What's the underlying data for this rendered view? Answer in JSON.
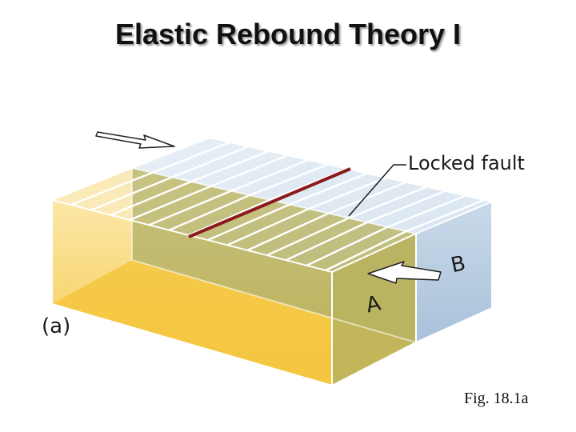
{
  "title": "Elastic Rebound Theory I",
  "diagram": {
    "fault_label": "Locked fault",
    "panel_label": "(a)",
    "block_a_label": "A",
    "block_b_label": "B",
    "caption": "Fig. 18.1a",
    "colors": {
      "block_a": "#f6cf57",
      "block_b": "#c8d8e8",
      "fault_line": "#8b1a1a",
      "arrow_fill": "#ffffff",
      "arrow_stroke": "#222222"
    }
  }
}
